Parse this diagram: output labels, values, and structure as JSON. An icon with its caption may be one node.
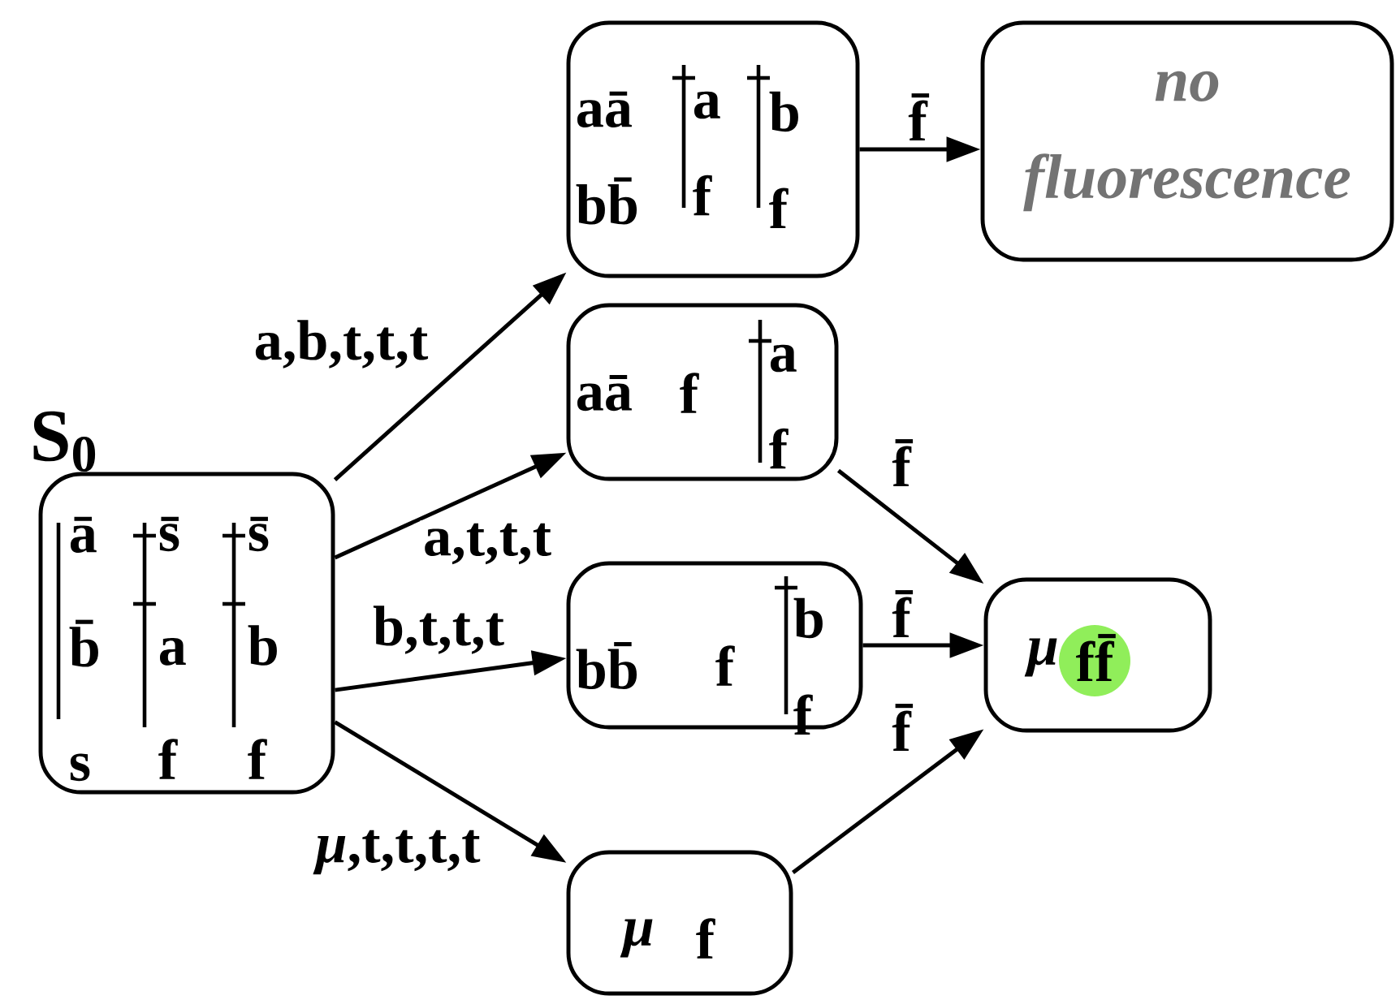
{
  "diagram": {
    "nodes": [
      {
        "text": [
          "ā b̄ s",
          "s̄ a f",
          "s̄ b f"
        ],
        "beside": [
          "S$_{0}$"
        ]
      },
      {
        "text": [
          "aā bb̄",
          "a f",
          "b f"
        ]
      },
      {
        "text": [
          "no fluorescence"
        ]
      },
      {
        "text": [
          "aā",
          "f",
          "a f"
        ]
      },
      {
        "text": [
          "bb̄",
          "f",
          "b f"
        ]
      },
      {
        "text": [
          "μ",
          "f"
        ]
      },
      {
        "text": [
          "μ",
          "ff̄"
        ]
      }
    ],
    "edges": [
      {
        "from": 0,
        "to": 1,
        "arrow": "to",
        "label": "a,b,t,t,t"
      },
      {
        "from": 0,
        "to": 3,
        "arrow": "to",
        "label": "a,t,t,t"
      },
      {
        "from": 0,
        "to": 4,
        "arrow": "to",
        "label": "b,t,t,t"
      },
      {
        "from": 0,
        "to": 5,
        "arrow": "to",
        "label": "*μ*,t,t,t,t"
      },
      {
        "from": 1,
        "to": 2,
        "arrow": "to",
        "label": "f̄"
      },
      {
        "from": 3,
        "to": 6,
        "arrow": "to",
        "label": "f̄"
      },
      {
        "from": 4,
        "to": 6,
        "arrow": "to",
        "label": "f̄"
      },
      {
        "from": 5,
        "to": 6,
        "arrow": "to",
        "label": "f̄"
      }
    ]
  }
}
